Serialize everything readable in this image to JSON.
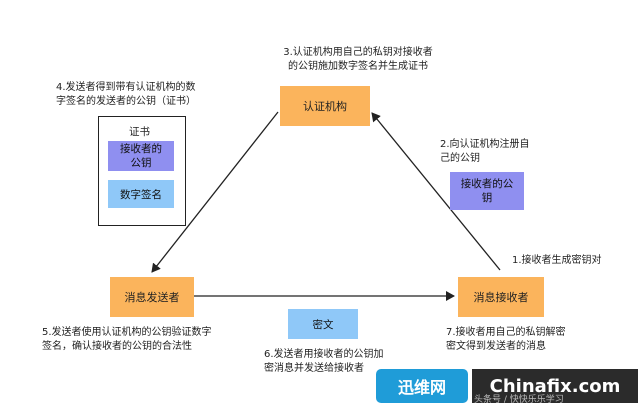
{
  "nodes": {
    "ca": "认证机构",
    "sender": "消息发送者",
    "receiver": "消息接收者"
  },
  "notes": {
    "step1": "1.接收者生成密钥对",
    "step2": "2.向认证机构注册自\n己的公钥",
    "step3": "3.认证机构用自己的私钥对接收者\n的公钥施加数字签名并生成证书",
    "step4": "4.发送者得到带有认证机构的数\n字签名的发送者的公钥（证书）",
    "step5": "5.发送者使用认证机构的公钥验证数字\n签名，确认接收者的公钥的合法性",
    "step6": "6.发送者用接收者的公钥加\n密消息并发送给接收者",
    "step7": "7.接收者用自己的私钥解密\n密文得到发送者的消息"
  },
  "certificate": {
    "title": "证书",
    "pubkey": "接收者的\n公钥",
    "signature": "数字签名"
  },
  "registered_pubkey": "接收者的公\n钥",
  "ciphertext": "密文",
  "watermark": {
    "logo": "迅维网",
    "brand": "Chinafix.com",
    "sub": "头条号 / 快快乐乐学习"
  },
  "colors": {
    "node": "#fbb45c",
    "key": "#8f8ff0",
    "doc": "#8fc8f8"
  }
}
